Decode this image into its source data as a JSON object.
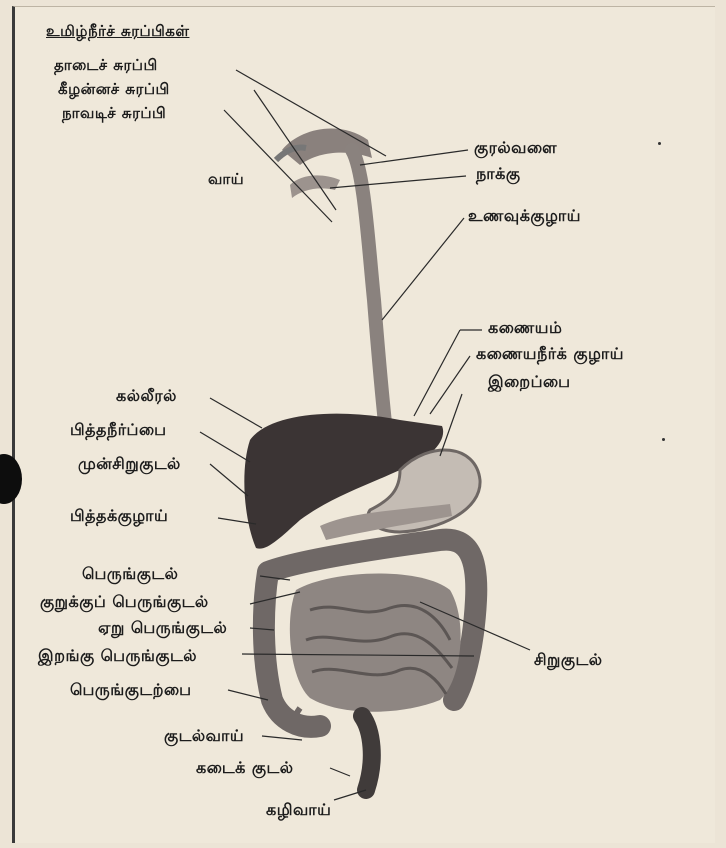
{
  "title": "உமிழ்நீர்ச் சுரப்பிகள்",
  "labels": {
    "thaadai": "தாடைச் சுரப்பி",
    "keezhnaa": "கீழன்னச் சுரப்பி",
    "naavadi": "நாவடிச் சுரப்பி",
    "vaai": "வாய்",
    "thondai": "குரல்வளை",
    "naakku": "நாக்கு",
    "unavukuzhai": "உணவுக்குழாய்",
    "kanaiyam": "கணையம்",
    "kanaiyaneer": "கணையநீர்க் குழாய்",
    "iraippai": "இறைப்பை",
    "kalleeral": "கல்லீரல்",
    "piththaneer": "பித்தநீர்ப்பை",
    "munsirukudal": "முன்சிறுகுடல்",
    "piththakuzhai": "பித்தக்குழாய்",
    "perunkudal": "பெருங்குடல்",
    "kurukku": "குறுக்குப் பெருங்குடல்",
    "eru": "ஏறு பெருங்குடல்",
    "irangu": "இறங்கு பெருங்குடல்",
    "sirukudal": "சிறுகுடல்",
    "perunkudarpai": "பெருங்குடற்பை",
    "kudalvaai": "குடல்வாய்",
    "kadaikudal": "கடைக் குடல்",
    "kazhivaai": "கழிவாய்"
  },
  "colors": {
    "paper": "#efe8da",
    "liver": "#3b3434",
    "organ": "#7d7573",
    "organ_light": "#b7afa8",
    "line": "#2a2a2a"
  }
}
